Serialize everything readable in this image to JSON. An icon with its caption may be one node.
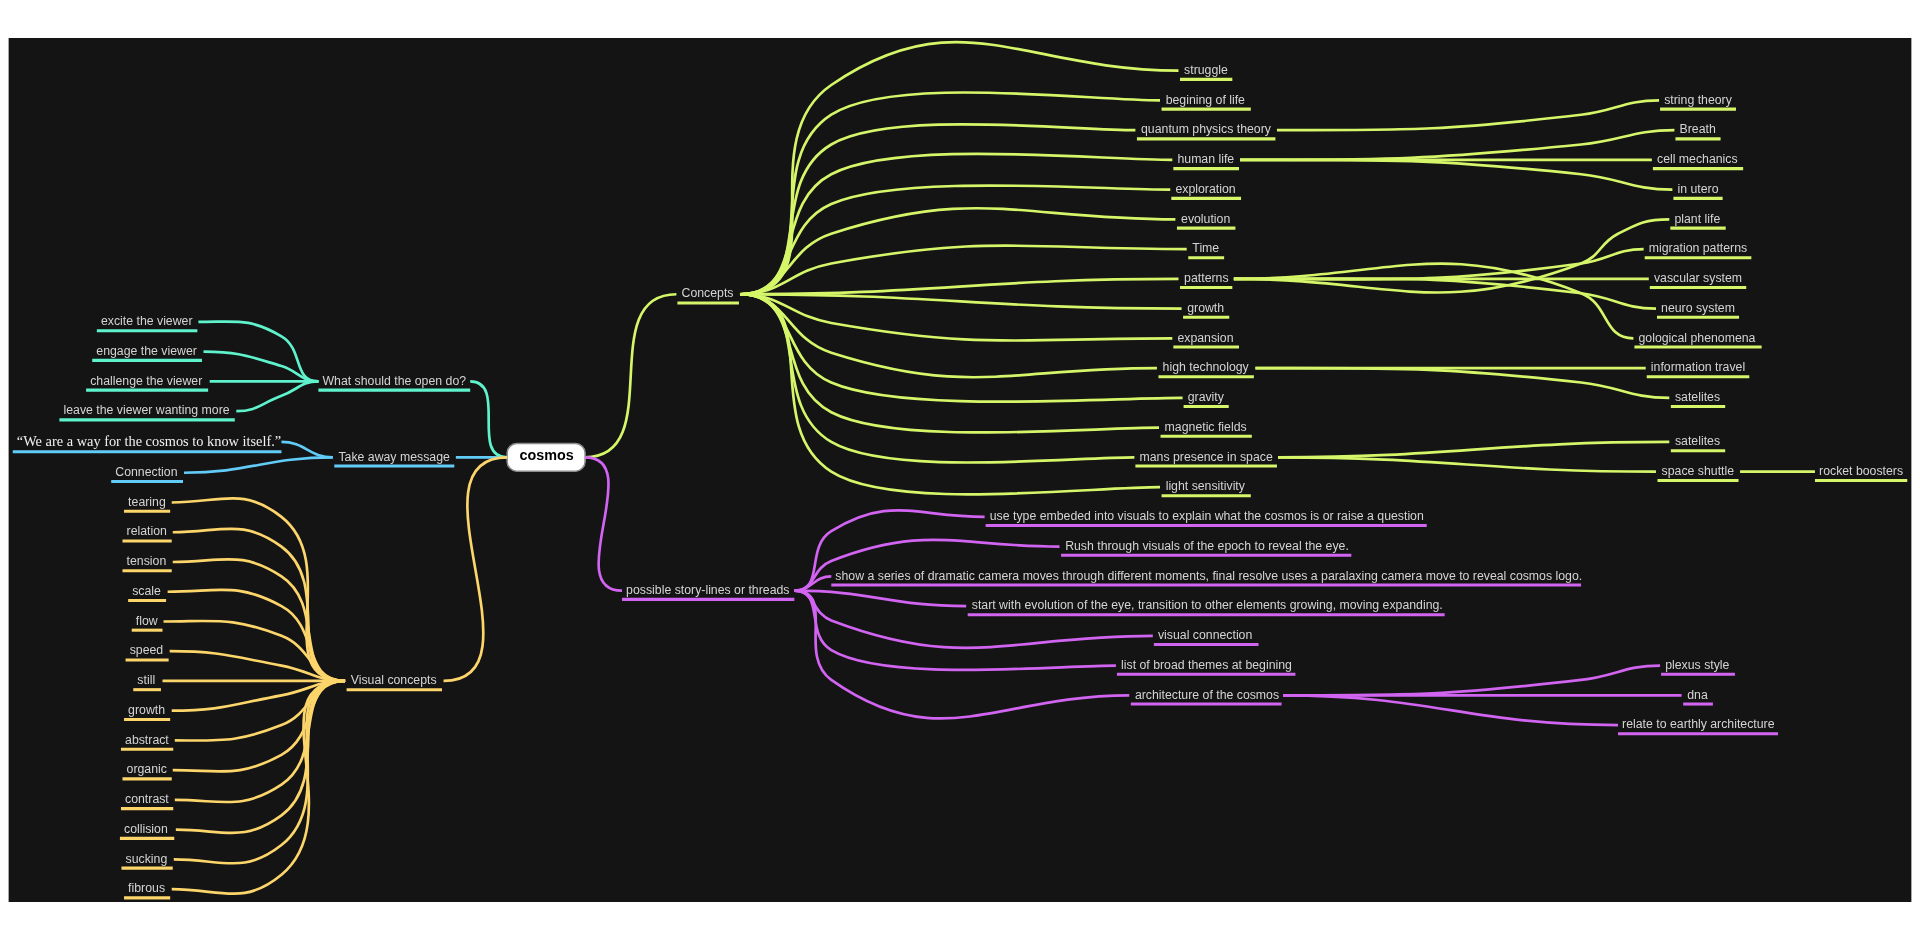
{
  "diagram": {
    "nodes": [
      {
        "text": [
          "cosmos"
        ]
      },
      {
        "text": [
          "What should the open do?"
        ]
      },
      {
        "text": [
          "excite the viewer"
        ]
      },
      {
        "text": [
          "engage the viewer"
        ]
      },
      {
        "text": [
          "challenge the viewer"
        ]
      },
      {
        "text": [
          "leave the viewer wanting more"
        ]
      },
      {
        "text": [
          "Take away message"
        ]
      },
      {
        "text": [
          "“We are a way for the cosmos to know itself.”"
        ]
      },
      {
        "text": [
          "Connection"
        ]
      },
      {
        "text": [
          "Visual concepts"
        ]
      },
      {
        "text": [
          "tearing"
        ]
      },
      {
        "text": [
          "relation"
        ]
      },
      {
        "text": [
          "tension"
        ]
      },
      {
        "text": [
          "scale"
        ]
      },
      {
        "text": [
          "flow"
        ]
      },
      {
        "text": [
          "speed"
        ]
      },
      {
        "text": [
          "still"
        ]
      },
      {
        "text": [
          "growth"
        ]
      },
      {
        "text": [
          "abstract"
        ]
      },
      {
        "text": [
          "organic"
        ]
      },
      {
        "text": [
          "contrast"
        ]
      },
      {
        "text": [
          "collision"
        ]
      },
      {
        "text": [
          "sucking"
        ]
      },
      {
        "text": [
          "fibrous"
        ]
      },
      {
        "text": [
          "Concepts"
        ]
      },
      {
        "text": [
          "struggle"
        ]
      },
      {
        "text": [
          "begining of life"
        ]
      },
      {
        "text": [
          "quantum physics theory"
        ]
      },
      {
        "text": [
          "string theory"
        ]
      },
      {
        "text": [
          "human life"
        ]
      },
      {
        "text": [
          "Breath"
        ]
      },
      {
        "text": [
          "cell mechanics"
        ]
      },
      {
        "text": [
          "in utero"
        ]
      },
      {
        "text": [
          "exploration"
        ]
      },
      {
        "text": [
          "evolution"
        ]
      },
      {
        "text": [
          "Time"
        ]
      },
      {
        "text": [
          "patterns"
        ]
      },
      {
        "text": [
          "plant life"
        ]
      },
      {
        "text": [
          "migration patterns"
        ]
      },
      {
        "text": [
          "vascular system"
        ]
      },
      {
        "text": [
          "neuro system"
        ]
      },
      {
        "text": [
          "gological phenomena"
        ]
      },
      {
        "text": [
          "growth"
        ]
      },
      {
        "text": [
          "expansion"
        ]
      },
      {
        "text": [
          "high technology"
        ]
      },
      {
        "text": [
          "information travel"
        ]
      },
      {
        "text": [
          "satelites"
        ]
      },
      {
        "text": [
          "gravity"
        ]
      },
      {
        "text": [
          "magnetic fields"
        ]
      },
      {
        "text": [
          "mans presence in space"
        ]
      },
      {
        "text": [
          "satelites"
        ]
      },
      {
        "text": [
          "space shuttle"
        ]
      },
      {
        "text": [
          "rocket boosters"
        ]
      },
      {
        "text": [
          "light sensitivity"
        ]
      },
      {
        "text": [
          "possible story-lines or threads"
        ]
      },
      {
        "text": [
          "use type embeded into visuals to explain what the cosmos is or raise a question"
        ]
      },
      {
        "text": [
          "Rush through visuals of the epoch to reveal the eye."
        ]
      },
      {
        "text": [
          "show a series of dramatic camera moves through different moments, final resolve uses a paralaxing camera move to reveal cosmos logo."
        ]
      },
      {
        "text": [
          "start with evolution of the eye, transition to other elements growing, moving expanding."
        ]
      },
      {
        "text": [
          "visual connection"
        ]
      },
      {
        "text": [
          "list of broad themes at begining"
        ]
      },
      {
        "text": [
          "architecture of the cosmos"
        ]
      },
      {
        "text": [
          "plexus style"
        ]
      },
      {
        "text": [
          "dna"
        ]
      },
      {
        "text": [
          "relate to earthly architecture"
        ]
      }
    ],
    "edges": [
      {
        "from": 1,
        "to": 0,
        "arrow": "none",
        "color": "#5ff3cd"
      },
      {
        "from": 2,
        "to": 1,
        "arrow": "none",
        "color": "#5ff3cd"
      },
      {
        "from": 3,
        "to": 1,
        "arrow": "none",
        "color": "#5ff3cd"
      },
      {
        "from": 4,
        "to": 1,
        "arrow": "none",
        "color": "#5ff3cd"
      },
      {
        "from": 5,
        "to": 1,
        "arrow": "none",
        "color": "#5ff3cd"
      },
      {
        "from": 6,
        "to": 0,
        "arrow": "none",
        "color": "#62ccf8"
      },
      {
        "from": 7,
        "to": 6,
        "arrow": "none",
        "color": "#62ccf8"
      },
      {
        "from": 8,
        "to": 6,
        "arrow": "none",
        "color": "#62ccf8"
      },
      {
        "from": 9,
        "to": 0,
        "arrow": "none",
        "color": "#fcd56b"
      },
      {
        "from": 10,
        "to": 9,
        "arrow": "none",
        "color": "#fcd56b"
      },
      {
        "from": 11,
        "to": 9,
        "arrow": "none",
        "color": "#fcd56b"
      },
      {
        "from": 12,
        "to": 9,
        "arrow": "none",
        "color": "#fcd56b"
      },
      {
        "from": 13,
        "to": 9,
        "arrow": "none",
        "color": "#fcd56b"
      },
      {
        "from": 14,
        "to": 9,
        "arrow": "none",
        "color": "#fcd56b"
      },
      {
        "from": 15,
        "to": 9,
        "arrow": "none",
        "color": "#fcd56b"
      },
      {
        "from": 16,
        "to": 9,
        "arrow": "none",
        "color": "#fcd56b"
      },
      {
        "from": 17,
        "to": 9,
        "arrow": "none",
        "color": "#fcd56b"
      },
      {
        "from": 18,
        "to": 9,
        "arrow": "none",
        "color": "#fcd56b"
      },
      {
        "from": 19,
        "to": 9,
        "arrow": "none",
        "color": "#fcd56b"
      },
      {
        "from": 20,
        "to": 9,
        "arrow": "none",
        "color": "#fcd56b"
      },
      {
        "from": 21,
        "to": 9,
        "arrow": "none",
        "color": "#fcd56b"
      },
      {
        "from": 22,
        "to": 9,
        "arrow": "none",
        "color": "#fcd56b"
      },
      {
        "from": 23,
        "to": 9,
        "arrow": "none",
        "color": "#fcd56b"
      },
      {
        "from": 0,
        "to": 24,
        "arrow": "none"
      },
      {
        "from": 24,
        "to": 25,
        "arrow": "none"
      },
      {
        "from": 24,
        "to": 26,
        "arrow": "none"
      },
      {
        "from": 24,
        "to": 27,
        "arrow": "none"
      },
      {
        "from": 27,
        "to": 28,
        "arrow": "none"
      },
      {
        "from": 24,
        "to": 29,
        "arrow": "none"
      },
      {
        "from": 29,
        "to": 30,
        "arrow": "none"
      },
      {
        "from": 29,
        "to": 31,
        "arrow": "none"
      },
      {
        "from": 29,
        "to": 32,
        "arrow": "none"
      },
      {
        "from": 24,
        "to": 33,
        "arrow": "none"
      },
      {
        "from": 24,
        "to": 34,
        "arrow": "none"
      },
      {
        "from": 24,
        "to": 35,
        "arrow": "none"
      },
      {
        "from": 24,
        "to": 36,
        "arrow": "none"
      },
      {
        "from": 36,
        "to": 37,
        "arrow": "none"
      },
      {
        "from": 36,
        "to": 38,
        "arrow": "none"
      },
      {
        "from": 36,
        "to": 39,
        "arrow": "none"
      },
      {
        "from": 36,
        "to": 40,
        "arrow": "none"
      },
      {
        "from": 36,
        "to": 41,
        "arrow": "none"
      },
      {
        "from": 24,
        "to": 42,
        "arrow": "none"
      },
      {
        "from": 24,
        "to": 43,
        "arrow": "none"
      },
      {
        "from": 24,
        "to": 44,
        "arrow": "none"
      },
      {
        "from": 44,
        "to": 45,
        "arrow": "none"
      },
      {
        "from": 44,
        "to": 46,
        "arrow": "none"
      },
      {
        "from": 24,
        "to": 47,
        "arrow": "none"
      },
      {
        "from": 24,
        "to": 48,
        "arrow": "none"
      },
      {
        "from": 24,
        "to": 49,
        "arrow": "none"
      },
      {
        "from": 49,
        "to": 50,
        "arrow": "none"
      },
      {
        "from": 49,
        "to": 51,
        "arrow": "none"
      },
      {
        "from": 51,
        "to": 52,
        "arrow": "none"
      },
      {
        "from": 24,
        "to": 53,
        "arrow": "none"
      },
      {
        "from": 0,
        "to": 54,
        "arrow": "none",
        "color": "#d264f2"
      },
      {
        "from": 54,
        "to": 55,
        "arrow": "none",
        "color": "#d264f2"
      },
      {
        "from": 54,
        "to": 56,
        "arrow": "none",
        "color": "#d264f2"
      },
      {
        "from": 54,
        "to": 57,
        "arrow": "none",
        "color": "#d264f2"
      },
      {
        "from": 54,
        "to": 58,
        "arrow": "none",
        "color": "#d264f2"
      },
      {
        "from": 54,
        "to": 59,
        "arrow": "none",
        "color": "#d264f2"
      },
      {
        "from": 54,
        "to": 60,
        "arrow": "none",
        "color": "#d264f2"
      },
      {
        "from": 54,
        "to": 61,
        "arrow": "none",
        "color": "#d264f2"
      },
      {
        "from": 61,
        "to": 62,
        "arrow": "none",
        "color": "#d264f2"
      },
      {
        "from": 61,
        "to": 63,
        "arrow": "none",
        "color": "#d264f2"
      },
      {
        "from": 61,
        "to": 64,
        "arrow": "none",
        "color": "#d264f2"
      }
    ]
  }
}
